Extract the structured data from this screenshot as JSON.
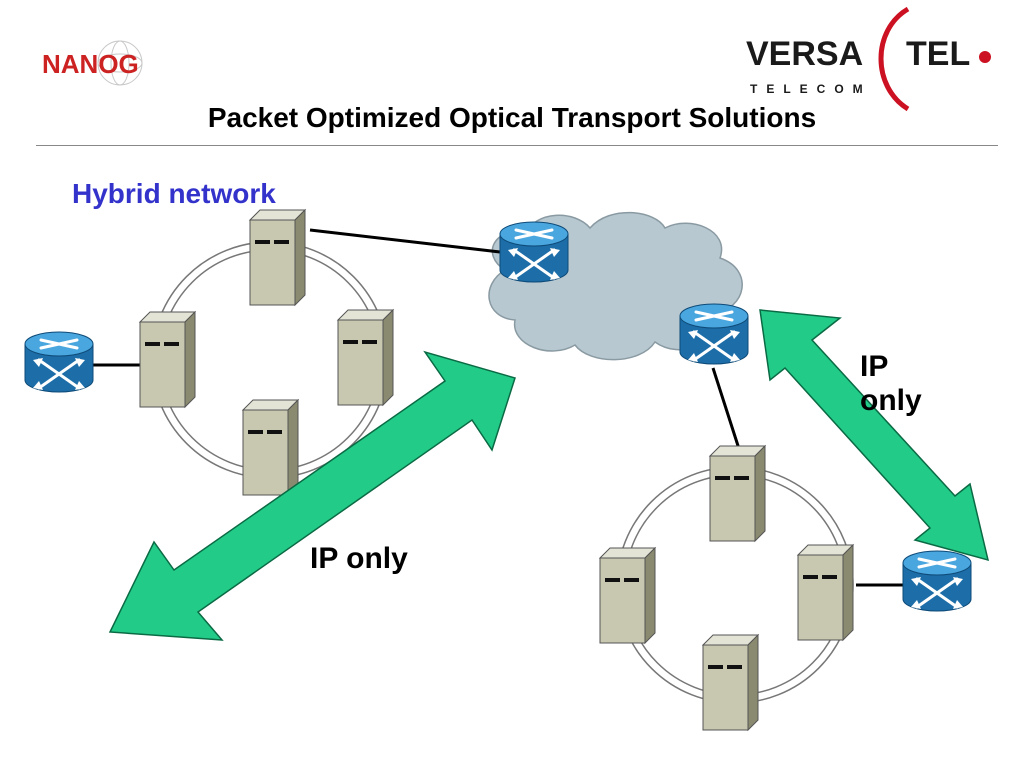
{
  "header": {
    "left_logo_text": "NANOG",
    "right_logo_text_main": "VERSA",
    "right_logo_text_tel": "TEL",
    "right_logo_text_sub": "TELECOM",
    "title": "Packet Optimized Optical Transport Solutions"
  },
  "diagram": {
    "subtitle": "Hybrid network",
    "label_ip_only_left": "IP only",
    "label_ip_only_right_line1": "IP",
    "label_ip_only_right_line2": "only"
  },
  "colors": {
    "nanog_red": "#cc2222",
    "subtitle_blue": "#3333cc",
    "arrow_green": "#22cc88",
    "cloud_grey": "#b8c8d0",
    "router_blue": "#2b86c4",
    "server_tan": "#c8c8b0",
    "versatel_red": "#cc1122"
  }
}
